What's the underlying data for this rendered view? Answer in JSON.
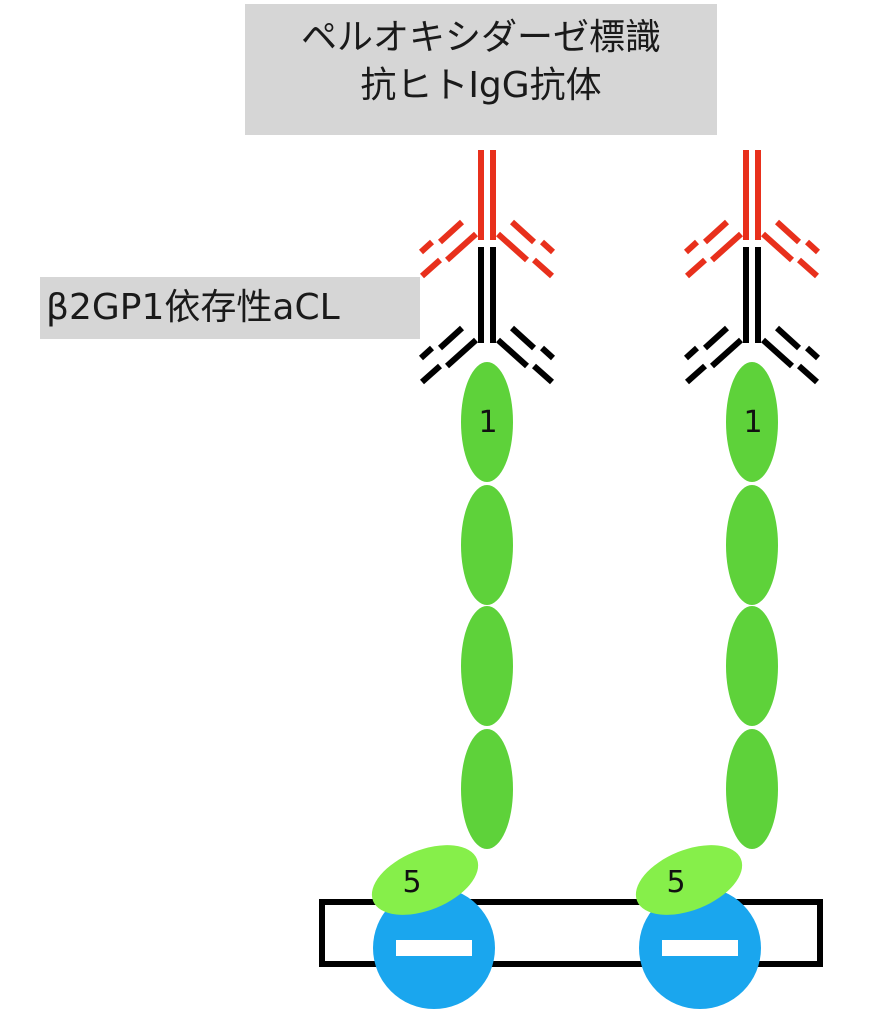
{
  "labels": {
    "secondary_antibody_line1": "ペルオキシダーゼ標識",
    "secondary_antibody_line2": "抗ヒトIgG抗体",
    "primary_antibody": "β2GP1依存性aCL"
  },
  "domain_labels": {
    "top": "1",
    "bottom": "5"
  },
  "colors": {
    "secondary_antibody": "#e8301c",
    "primary_antibody": "#000000",
    "domain": "#5ed23a",
    "domain5": "#86ef4a",
    "negative_charge": "#1aa6ee",
    "label_bg": "#d6d6d6"
  },
  "icons": {
    "antibody": "y-shaped-antibody",
    "charge": "minus-sign-circle"
  }
}
